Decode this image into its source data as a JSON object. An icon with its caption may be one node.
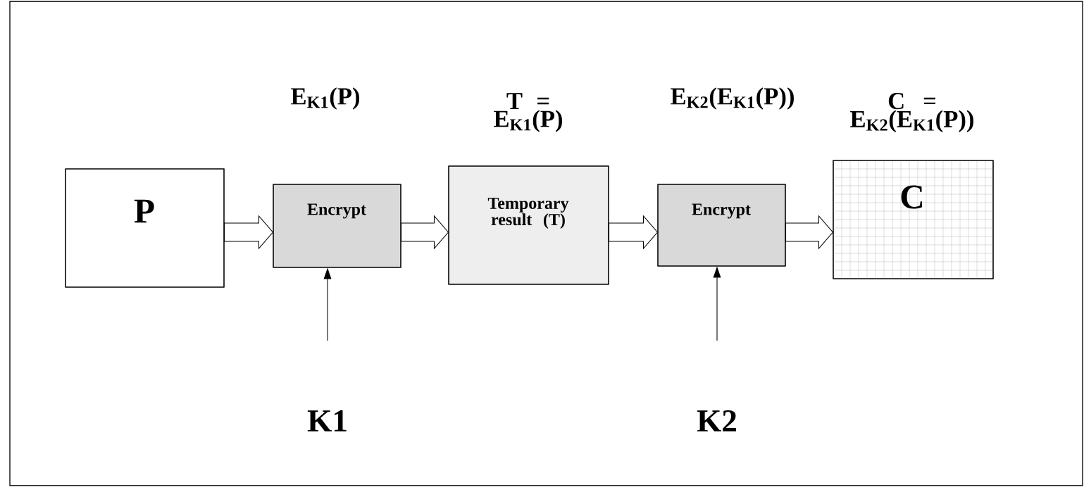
{
  "diagram": {
    "nodes": [
      {
        "text": [
          "P"
        ]
      },
      {
        "text": [
          "Encrypt"
        ],
        "beside": [
          "E$_{K1}$(P)"
        ]
      },
      {
        "text": [
          "Temporary result (T)"
        ],
        "beside": [
          "T = E$_{K1}$(P)"
        ]
      },
      {
        "text": [
          "Encrypt"
        ],
        "beside": [
          "E$_{K2}$(E$_{K1}$(P))"
        ]
      },
      {
        "text": [
          "C"
        ],
        "beside": [
          "C = E$_{K2}$(E$_{K1}$(P))"
        ]
      },
      {
        "text": [
          "K1"
        ]
      },
      {
        "text": [
          "K2"
        ]
      }
    ],
    "edges": [
      {
        "from": 0,
        "to": 1,
        "arrow": "to",
        "style": "thick"
      },
      {
        "from": 1,
        "to": 2,
        "arrow": "to",
        "style": "thick"
      },
      {
        "from": 2,
        "to": 3,
        "arrow": "to",
        "style": "thick"
      },
      {
        "from": 3,
        "to": 4,
        "arrow": "to",
        "style": "thick"
      },
      {
        "from": 5,
        "to": 1,
        "arrow": "to"
      },
      {
        "from": 6,
        "to": 3,
        "arrow": "to"
      }
    ]
  }
}
